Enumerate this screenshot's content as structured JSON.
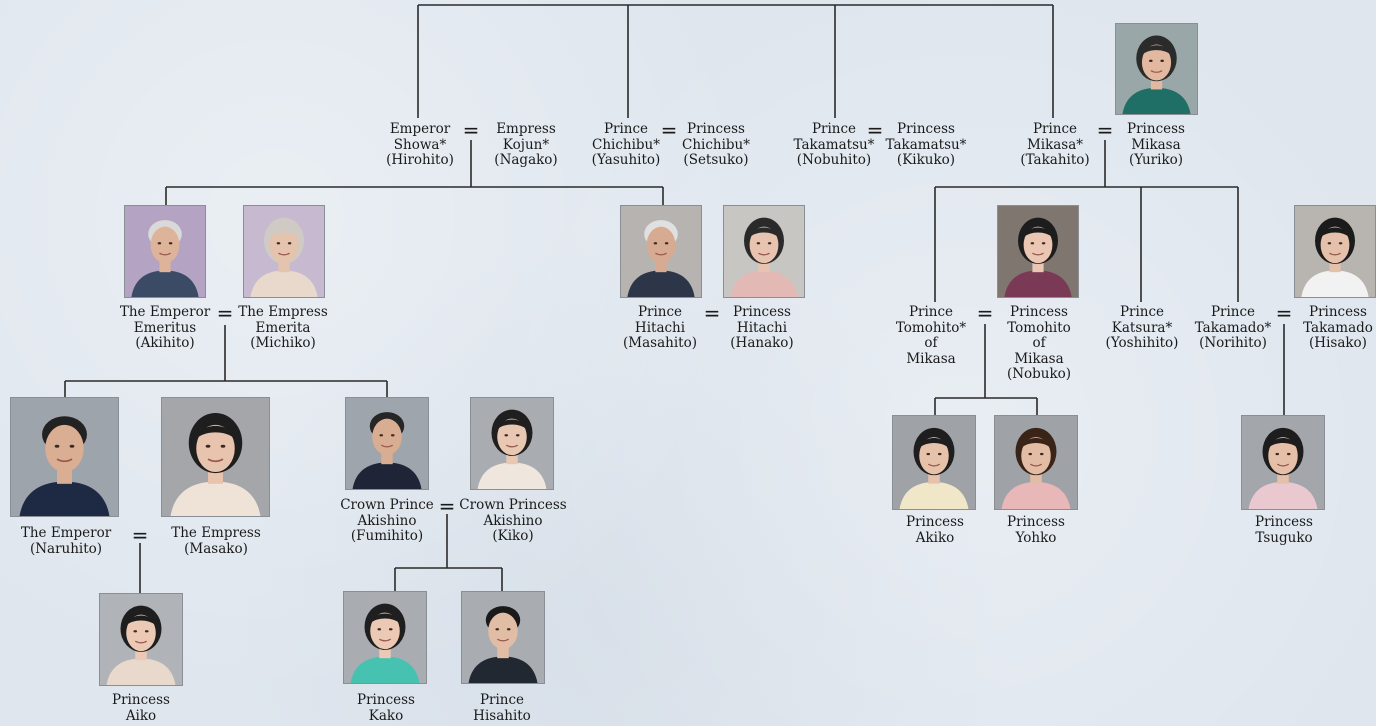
{
  "colors": {
    "background": "#dfe6ee",
    "line": "#2a2a2a"
  },
  "people": {
    "showa": {
      "lines": [
        "Emperor",
        "Showa*",
        "(Hirohito)"
      ]
    },
    "kojun": {
      "lines": [
        "Empress",
        "Kojun*",
        "(Nagako)"
      ]
    },
    "chichibu": {
      "lines": [
        "Prince",
        "Chichibu*",
        "(Yasuhito)"
      ]
    },
    "chichibu_w": {
      "lines": [
        "Princess",
        "Chichibu*",
        "(Setsuko)"
      ]
    },
    "takamatsu": {
      "lines": [
        "Prince",
        "Takamatsu*",
        "(Nobuhito)"
      ]
    },
    "takamatsu_w": {
      "lines": [
        "Princess",
        "Takamatsu*",
        "(Kikuko)"
      ]
    },
    "mikasa": {
      "lines": [
        "Prince",
        "Mikasa*",
        "(Takahito)"
      ]
    },
    "mikasa_w": {
      "lines": [
        "Princess",
        "Mikasa",
        "(Yuriko)"
      ]
    },
    "akihito": {
      "lines": [
        "The Emperor",
        "Emeritus",
        "(Akihito)"
      ]
    },
    "michiko": {
      "lines": [
        "The Empress",
        "Emerita",
        "(Michiko)"
      ]
    },
    "hitachi": {
      "lines": [
        "Prince",
        "Hitachi",
        "(Masahito)"
      ]
    },
    "hitachi_w": {
      "lines": [
        "Princess",
        "Hitachi",
        "(Hanako)"
      ]
    },
    "tomohito": {
      "lines": [
        "Prince",
        "Tomohito*",
        "of",
        "Mikasa"
      ]
    },
    "tomohito_w": {
      "lines": [
        "Princess",
        "Tomohito",
        "of",
        "Mikasa",
        "(Nobuko)"
      ]
    },
    "katsura": {
      "lines": [
        "Prince",
        "Katsura*",
        "(Yoshihito)"
      ]
    },
    "takamado": {
      "lines": [
        "Prince",
        "Takamado*",
        "(Norihito)"
      ]
    },
    "takamado_w": {
      "lines": [
        "Princess",
        "Takamado",
        "(Hisako)"
      ]
    },
    "naruhito": {
      "lines": [
        "The Emperor",
        "(Naruhito)"
      ]
    },
    "masako": {
      "lines": [
        "The Empress",
        "(Masako)"
      ]
    },
    "fumihito": {
      "lines": [
        "Crown Prince",
        "Akishino",
        "(Fumihito)"
      ]
    },
    "kiko": {
      "lines": [
        "Crown Princess",
        "Akishino",
        "(Kiko)"
      ]
    },
    "akiko": {
      "lines": [
        "Princess",
        "Akiko"
      ]
    },
    "yohko": {
      "lines": [
        "Princess",
        "Yohko"
      ]
    },
    "tsuguko": {
      "lines": [
        "Princess",
        "Tsuguko"
      ]
    },
    "aiko": {
      "lines": [
        "Princess",
        "Aiko"
      ]
    },
    "kako": {
      "lines": [
        "Princess",
        "Kako"
      ]
    },
    "hisahito": {
      "lines": [
        "Prince",
        "Hisahito"
      ]
    }
  },
  "marriage_symbol": "="
}
